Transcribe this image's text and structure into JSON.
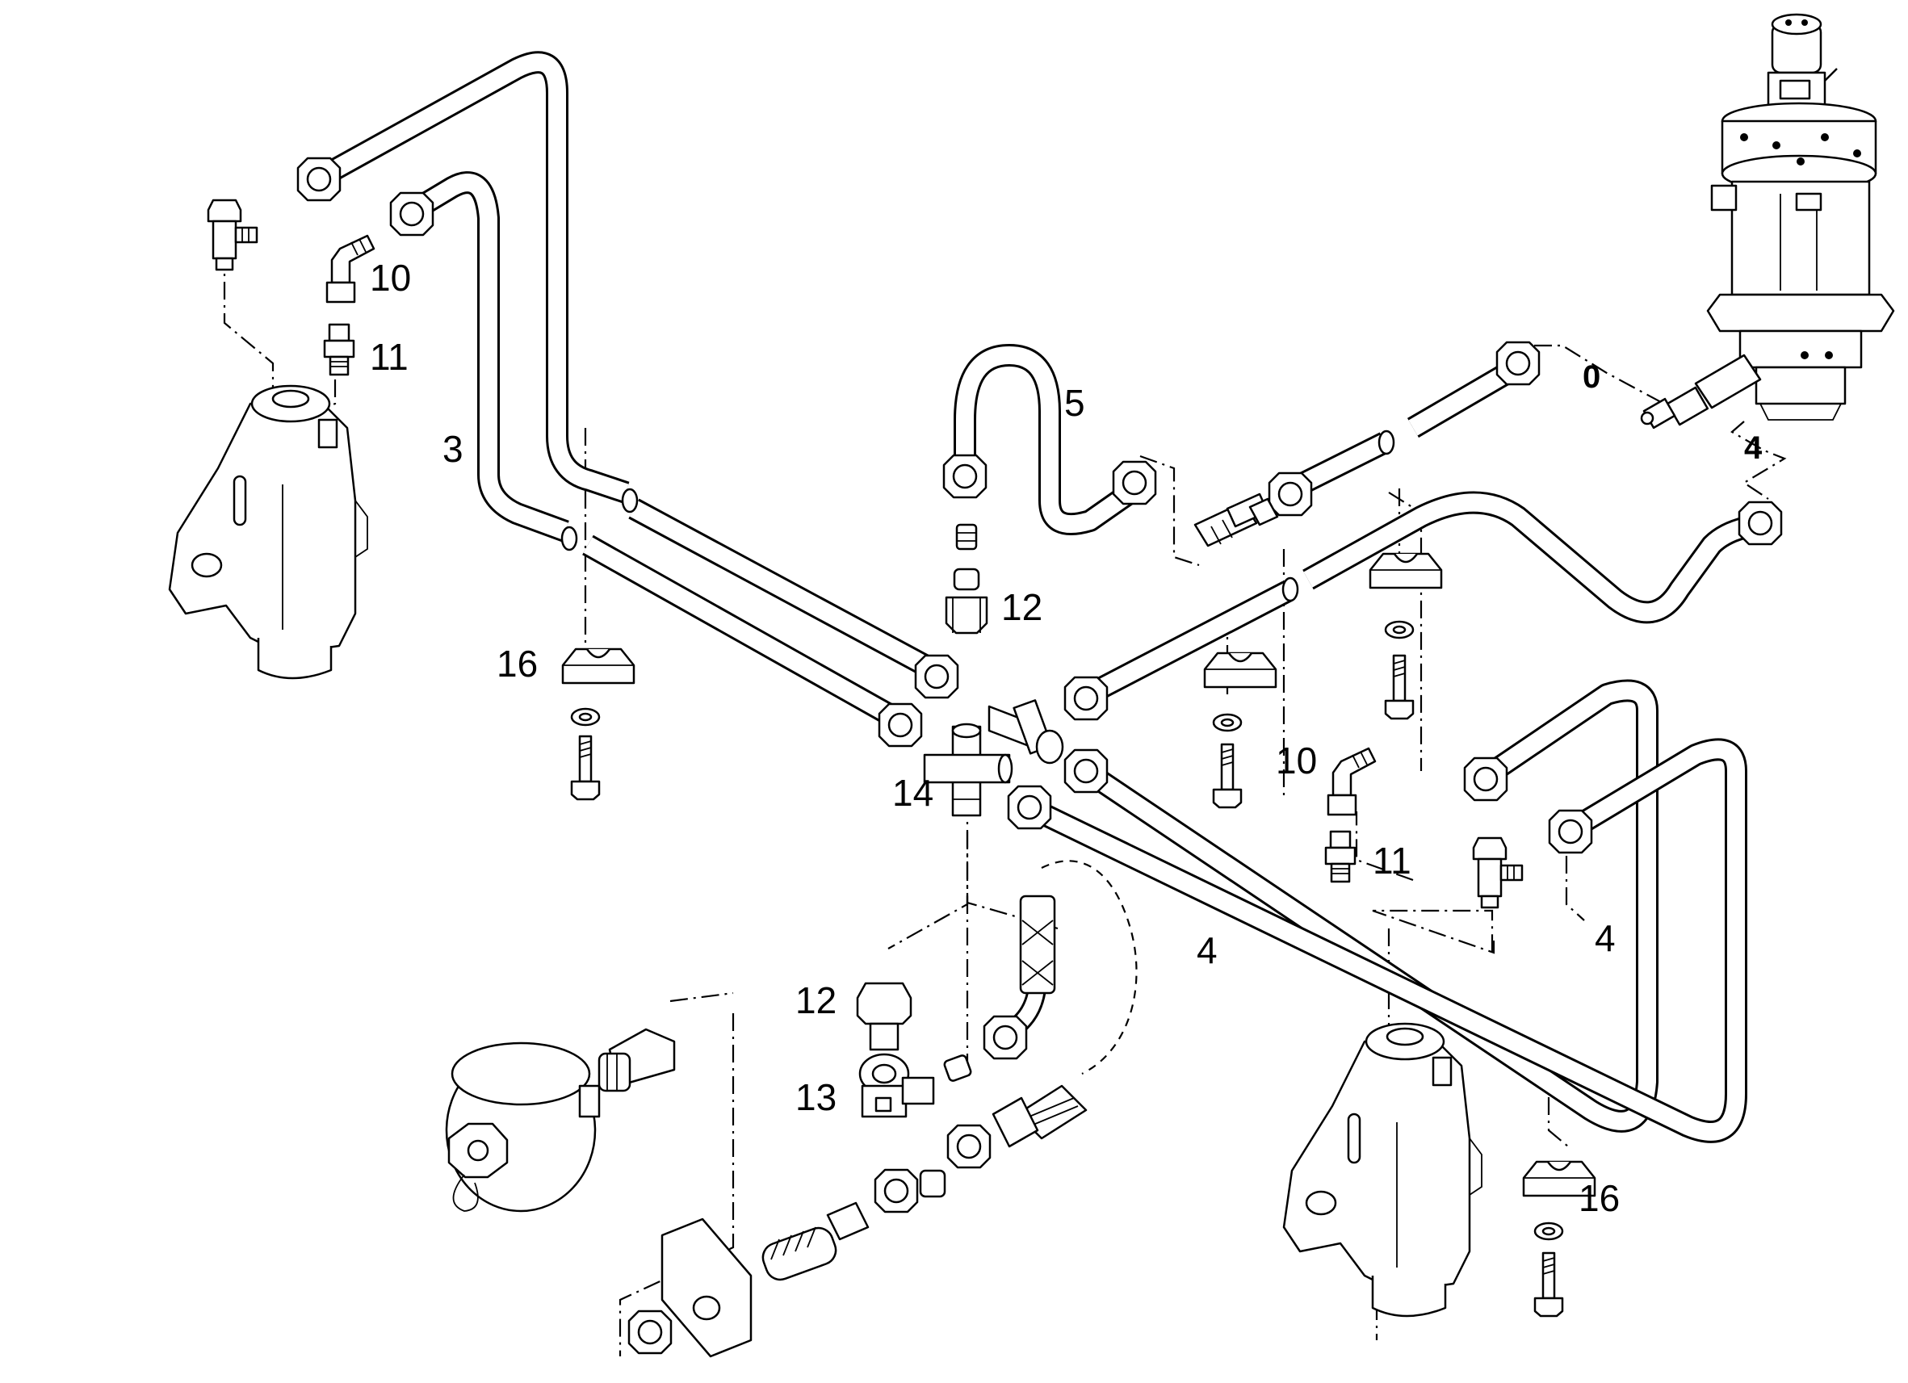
{
  "callouts": {
    "c0": "0",
    "c3": "3",
    "c4_top": "4",
    "c4_mid": "4",
    "c4_right": "4",
    "c5": "5",
    "c10_left": "10",
    "c10_right": "10",
    "c11_left": "11",
    "c11_right": "11",
    "c12_upper": "12",
    "c12_lower": "12",
    "c13": "13",
    "c14": "14",
    "c16_left": "16",
    "c16_right": "16"
  }
}
